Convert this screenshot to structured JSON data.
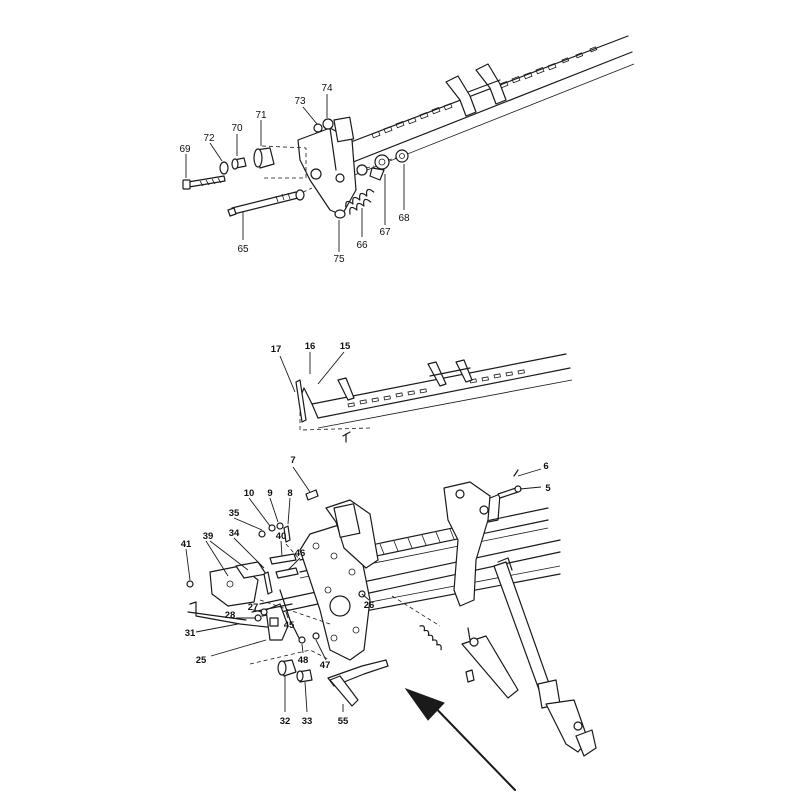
{
  "diagram": {
    "top_callouts": [
      "69",
      "72",
      "70",
      "71",
      "73",
      "74",
      "65",
      "75",
      "66",
      "67",
      "68"
    ],
    "bottom_callouts": [
      "17",
      "16",
      "15",
      "7",
      "6",
      "5",
      "10",
      "9",
      "8",
      "35",
      "34",
      "39",
      "40",
      "41",
      "46",
      "26",
      "28",
      "27",
      "31",
      "45",
      "25",
      "48",
      "47",
      "32",
      "33",
      "55"
    ]
  }
}
